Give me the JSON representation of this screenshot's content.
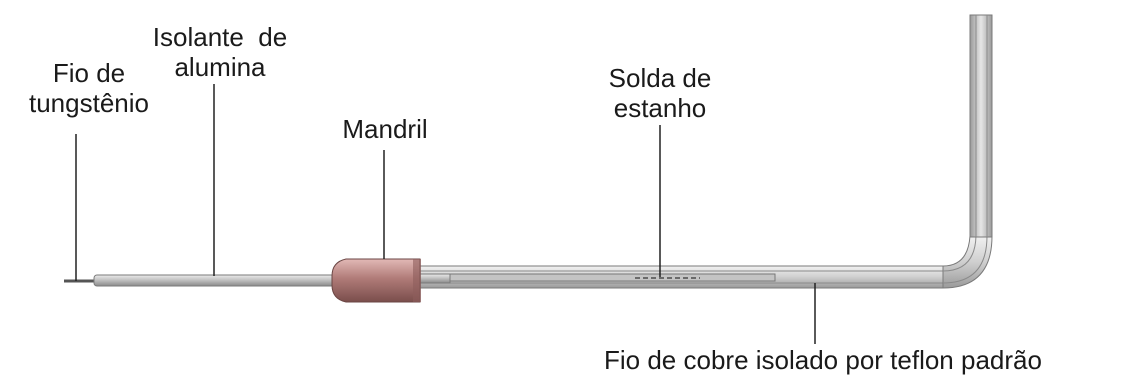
{
  "labels": {
    "tungsten_line1": "Fio de",
    "tungsten_line2": "tungstênio",
    "alumina_line1": "Isolante  de",
    "alumina_line2": "alumina",
    "chuck": "Mandril",
    "solder_line1": "Solda de",
    "solder_line2": "estanho",
    "copper_wire": "Fio de cobre isolado por teflon padrão"
  },
  "colors": {
    "chuck": "#c08a88",
    "tube": "#d4d4d4",
    "outline": "#7a7a7a",
    "leader": "#222222",
    "text": "#1a1a1a"
  }
}
